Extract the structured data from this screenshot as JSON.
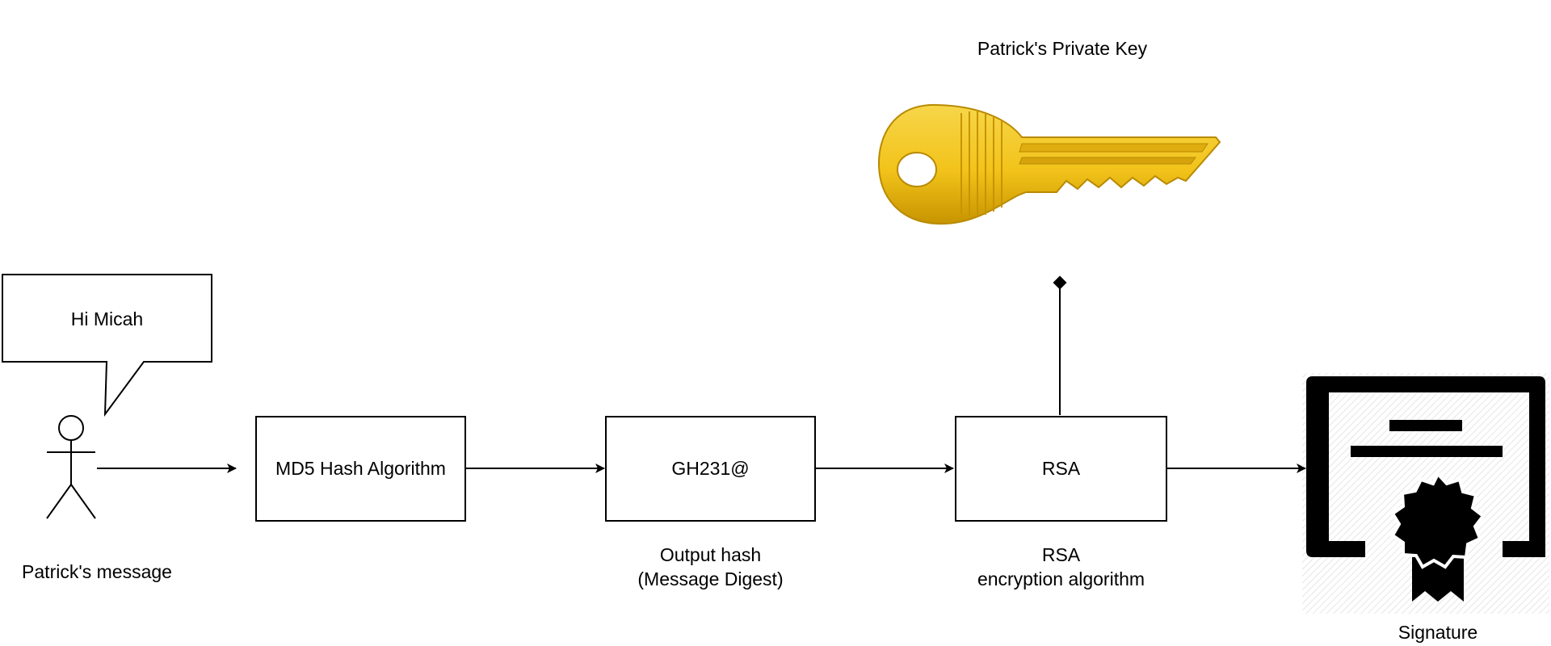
{
  "speech_bubble": {
    "text": "Hi Micah"
  },
  "actor": {
    "caption": "Patrick's message"
  },
  "nodes": {
    "hash_algorithm": {
      "label": "MD5 Hash Algorithm"
    },
    "digest": {
      "label": "GH231@",
      "caption_line1": "Output hash",
      "caption_line2": "(Message Digest)"
    },
    "rsa": {
      "label": "RSA",
      "caption_line1": "RSA",
      "caption_line2": "encryption algorithm"
    }
  },
  "key": {
    "caption": "Patrick's Private Key",
    "icon": "key-icon",
    "color": "#f2c31a"
  },
  "signature": {
    "caption": "Signature",
    "icon": "certificate-icon"
  }
}
